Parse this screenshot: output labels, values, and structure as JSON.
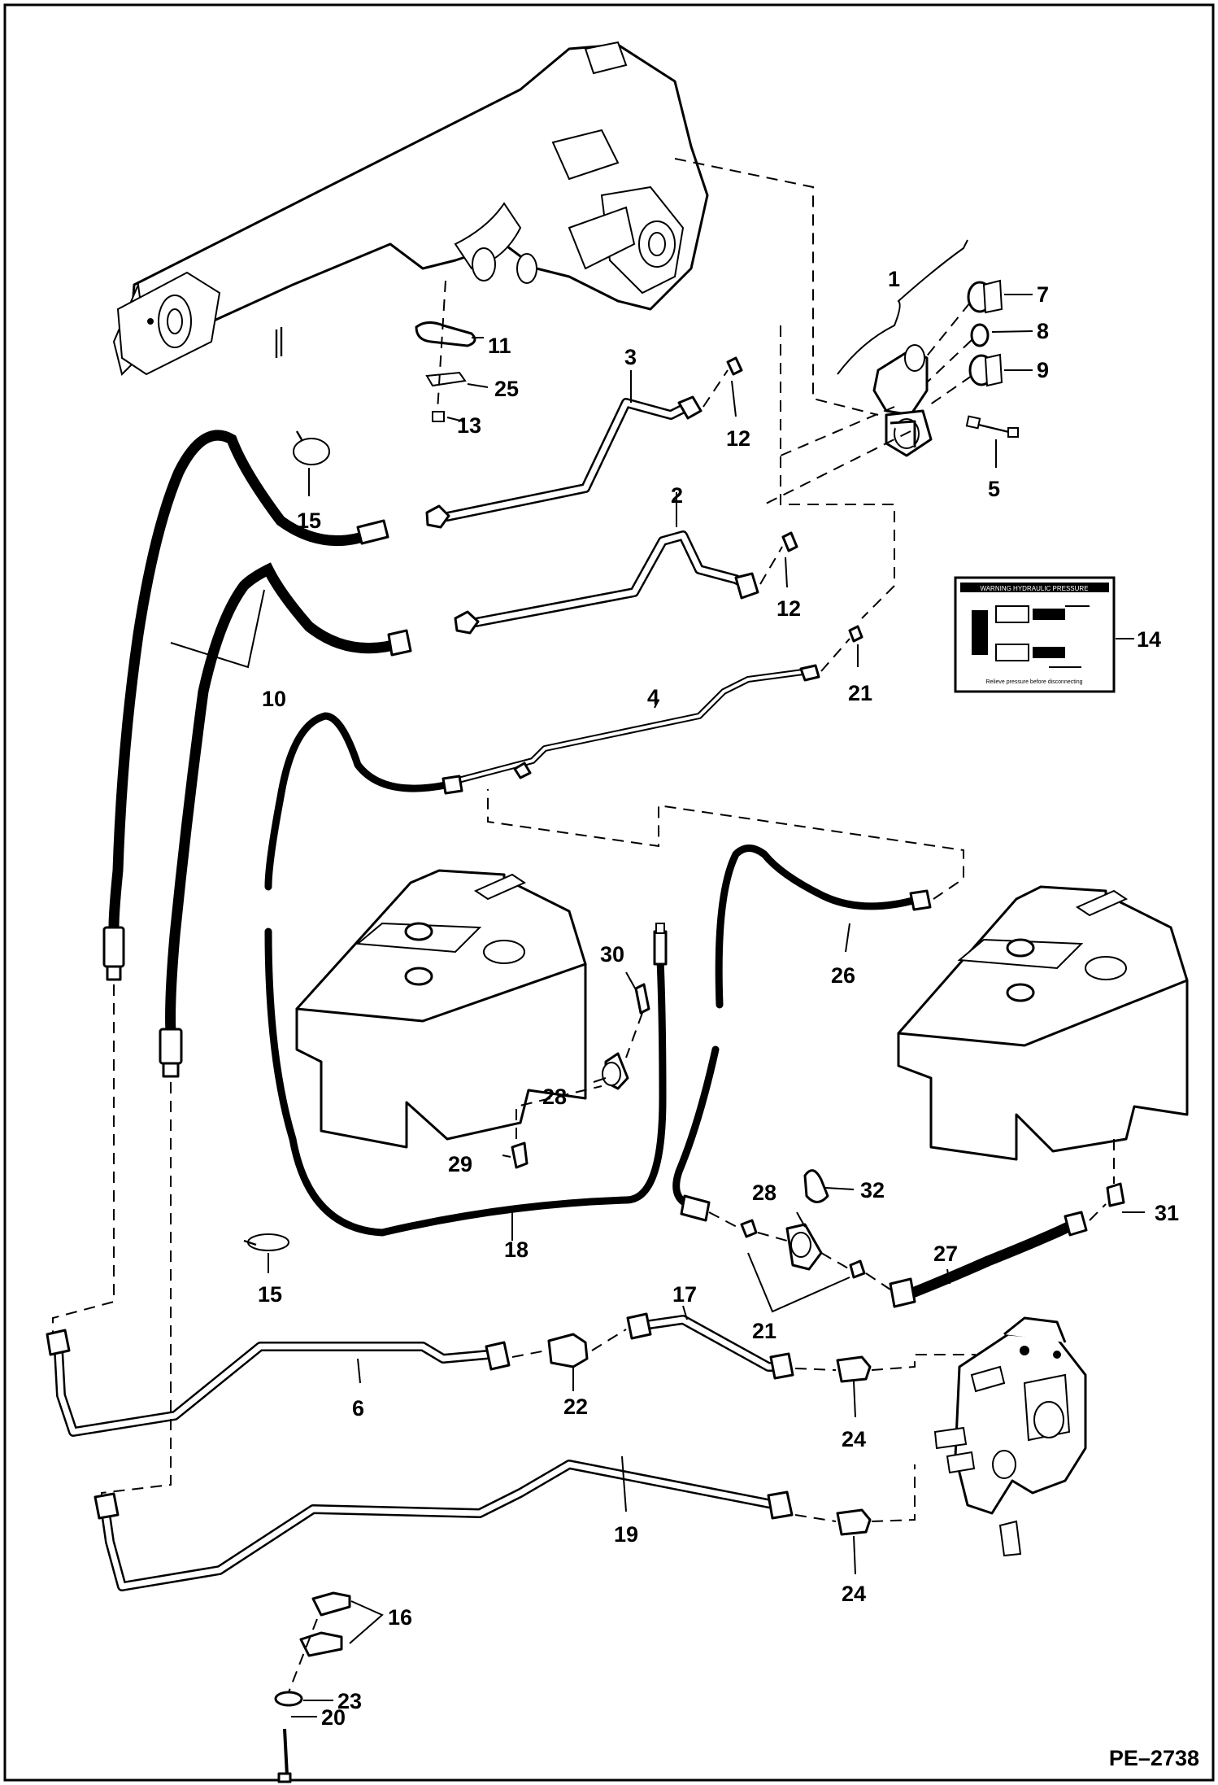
{
  "figure_code": "PE–2738",
  "decal": {
    "header": "WARNING HYDRAULIC PRESSURE",
    "footer": "Relieve pressure before disconnecting"
  },
  "callouts": [
    {
      "id": "c1",
      "label": "1"
    },
    {
      "id": "c2",
      "label": "2"
    },
    {
      "id": "c3",
      "label": "3"
    },
    {
      "id": "c4",
      "label": "4"
    },
    {
      "id": "c5",
      "label": "5"
    },
    {
      "id": "c6",
      "label": "6"
    },
    {
      "id": "c7",
      "label": "7"
    },
    {
      "id": "c8",
      "label": "8"
    },
    {
      "id": "c9",
      "label": "9"
    },
    {
      "id": "c10",
      "label": "10"
    },
    {
      "id": "c11",
      "label": "11"
    },
    {
      "id": "c12a",
      "label": "12"
    },
    {
      "id": "c12b",
      "label": "12"
    },
    {
      "id": "c13",
      "label": "13"
    },
    {
      "id": "c14",
      "label": "14"
    },
    {
      "id": "c15a",
      "label": "15"
    },
    {
      "id": "c15b",
      "label": "15"
    },
    {
      "id": "c16",
      "label": "16"
    },
    {
      "id": "c17",
      "label": "17"
    },
    {
      "id": "c18",
      "label": "18"
    },
    {
      "id": "c19",
      "label": "19"
    },
    {
      "id": "c20",
      "label": "20"
    },
    {
      "id": "c21a",
      "label": "21"
    },
    {
      "id": "c21b",
      "label": "21"
    },
    {
      "id": "c22",
      "label": "22"
    },
    {
      "id": "c23",
      "label": "23"
    },
    {
      "id": "c24a",
      "label": "24"
    },
    {
      "id": "c24b",
      "label": "24"
    },
    {
      "id": "c25",
      "label": "25"
    },
    {
      "id": "c26",
      "label": "26"
    },
    {
      "id": "c27",
      "label": "27"
    },
    {
      "id": "c28a",
      "label": "28"
    },
    {
      "id": "c28b",
      "label": "28"
    },
    {
      "id": "c29",
      "label": "29"
    },
    {
      "id": "c30",
      "label": "30"
    },
    {
      "id": "c31",
      "label": "31"
    },
    {
      "id": "c32",
      "label": "32"
    }
  ]
}
